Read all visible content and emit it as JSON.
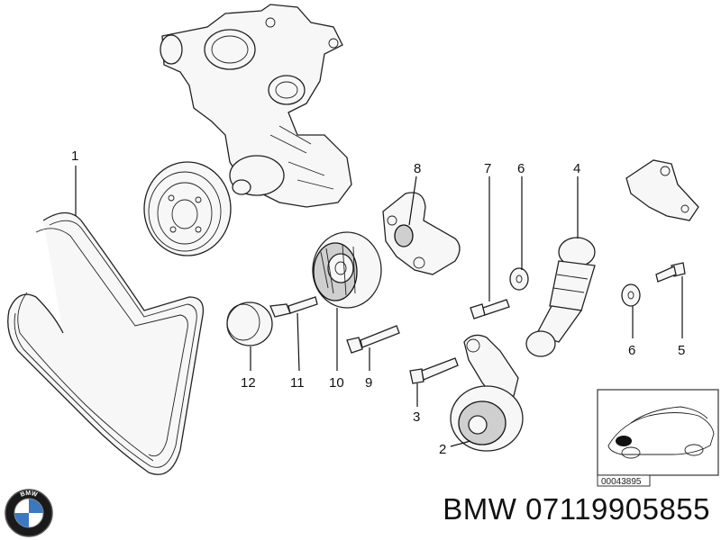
{
  "callouts": {
    "c1": "1",
    "c2": "2",
    "c3": "3",
    "c4": "4",
    "c5": "5",
    "c6a": "6",
    "c6b": "6",
    "c7": "7",
    "c8": "8",
    "c9": "9",
    "c10": "10",
    "c11": "11",
    "c12": "12"
  },
  "reference_code": "00043895",
  "footer": {
    "brand": "BMW",
    "part_number": "07119905855",
    "title": "BMW 07119905855"
  },
  "logo": {
    "text": "BMW"
  }
}
